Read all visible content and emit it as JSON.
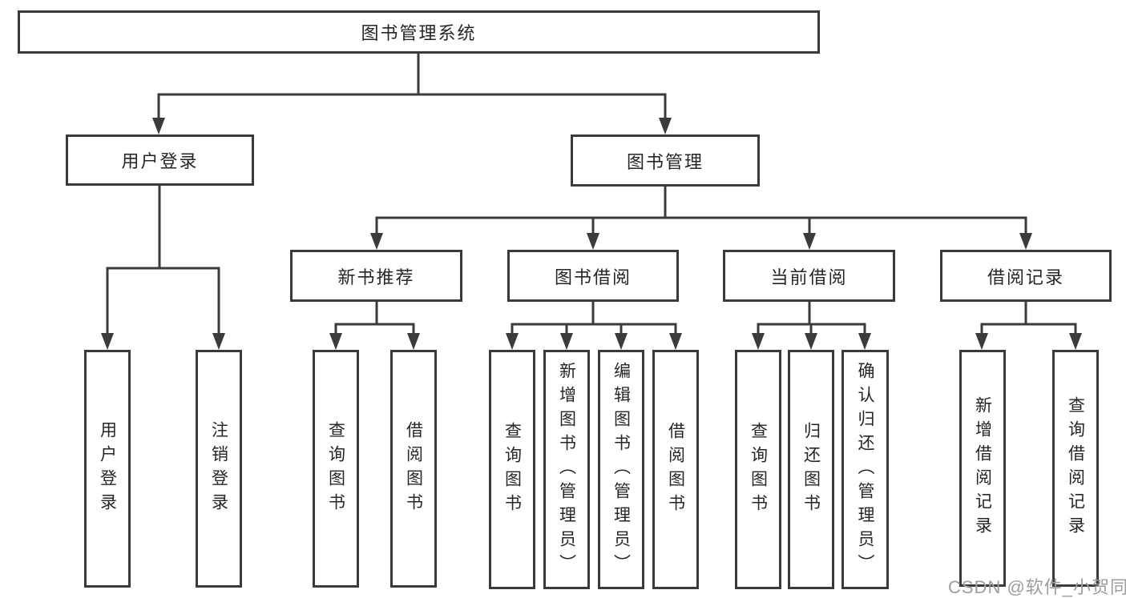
{
  "tree": {
    "label": "图书管理系统",
    "children": [
      {
        "label": "用户登录",
        "children": [
          {
            "label": "用户登录"
          },
          {
            "label": "注销登录"
          }
        ]
      },
      {
        "label": "图书管理",
        "children": [
          {
            "label": "新书推荐",
            "children": [
              {
                "label": "查询图书"
              },
              {
                "label": "借阅图书"
              }
            ]
          },
          {
            "label": "图书借阅",
            "children": [
              {
                "label": "查询图书"
              },
              {
                "label": "新增图书（管理员）"
              },
              {
                "label": "编辑图书（管理员）"
              },
              {
                "label": "借阅图书"
              }
            ]
          },
          {
            "label": "当前借阅",
            "children": [
              {
                "label": "查询图书"
              },
              {
                "label": "归还图书"
              },
              {
                "label": "确认归还（管理员）"
              }
            ]
          },
          {
            "label": "借阅记录",
            "children": [
              {
                "label": "新增借阅记录"
              },
              {
                "label": "查询借阅记录"
              }
            ]
          }
        ]
      }
    ]
  },
  "watermark": "CSDN @软件_小贺同学",
  "colors": {
    "line": "#3b3b3b",
    "box_border": "#3a3a3a",
    "text": "#262626",
    "watermark": "#9d9d9d",
    "background": "#ffffff"
  }
}
